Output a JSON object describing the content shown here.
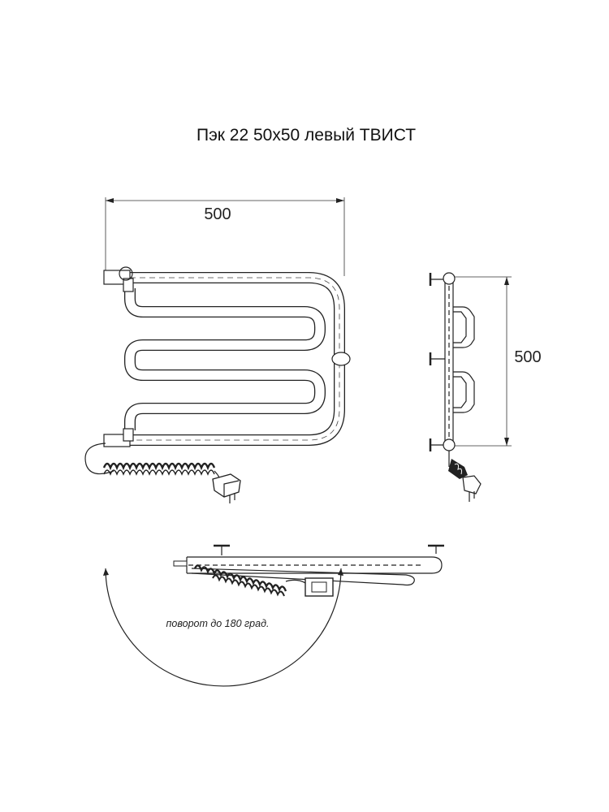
{
  "title": "Пэк 22 50х50 левый ТВИСТ",
  "dimensions": {
    "width_label": "500",
    "height_label": "500"
  },
  "rotation_note": "поворот до 180 град.",
  "views": [
    "front-view",
    "side-view",
    "top-view"
  ],
  "colors": {
    "ink": "#222222",
    "background": "#ffffff"
  }
}
